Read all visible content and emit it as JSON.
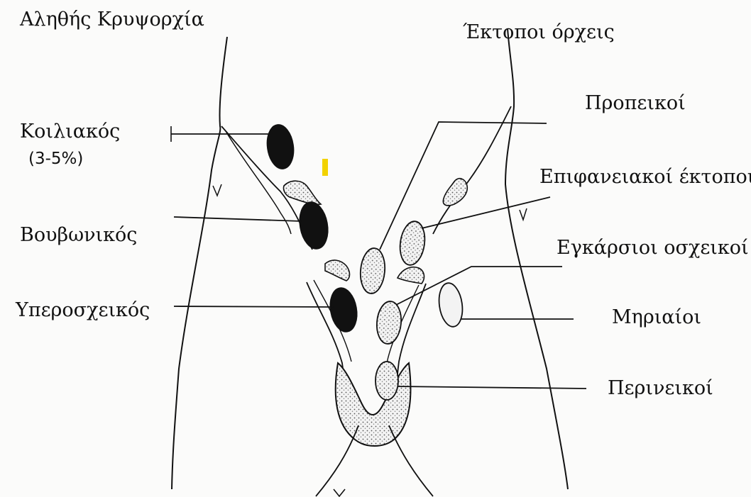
{
  "headings": {
    "left": "Αληθής Κρυψορχία",
    "right": "Έκτοποι όρχεις"
  },
  "labels": {
    "koiliakos": "Κοιλιακός",
    "koiliakos_pct": "(3-5%)",
    "vouvonikos": "Βουβωνικός",
    "yperosxeikos": "Υπεροσχεικός",
    "propeikoi": "Προπεικοί",
    "epifaneiakoi": "Επιφανειακοί έκτοποι",
    "egkarsioi": "Εγκάρσιοι οσχεικοί",
    "miriaioi": "Μηριαίοι",
    "perineikoi": "Περινεικοί"
  },
  "colors": {
    "ink": "#111111",
    "dot_fill": "#f3f3f3",
    "highlight": "#f2d200"
  }
}
